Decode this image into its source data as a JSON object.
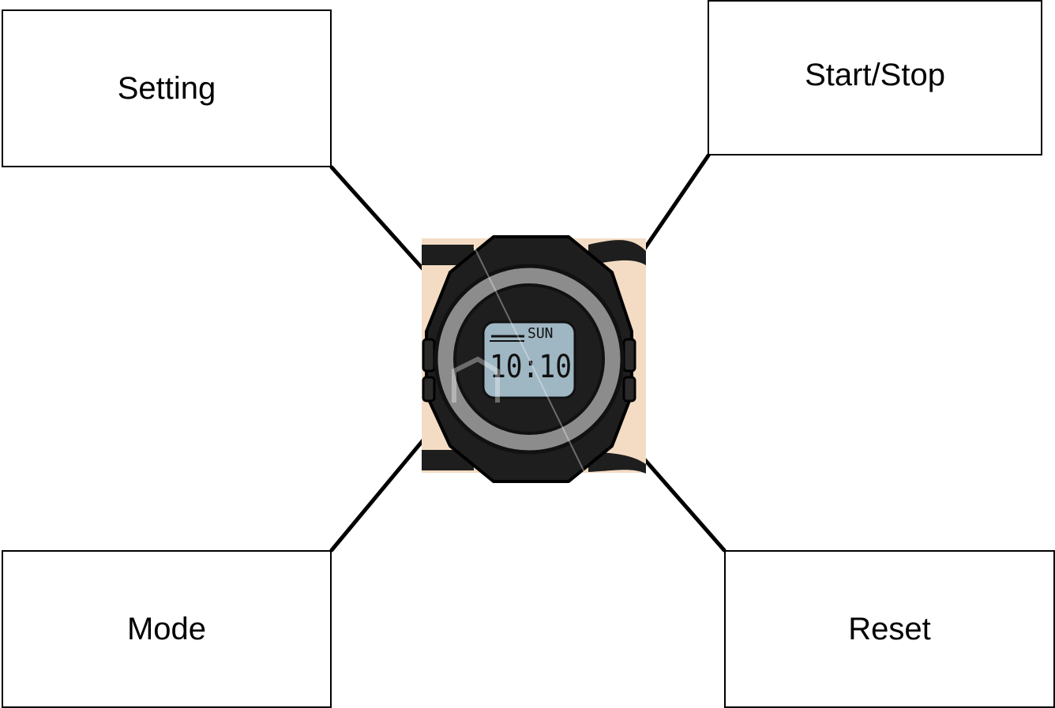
{
  "labels": {
    "setting": "Setting",
    "start_stop": "Start/Stop",
    "mode": "Mode",
    "reset": "Reset"
  },
  "watch": {
    "day": "SUN",
    "time": "10:10"
  },
  "colors": {
    "background": "#ffffff",
    "box_border": "#000000",
    "connector": "#000000",
    "watch_backdrop": "#f4dcc4",
    "watch_body": "#1e1e1e",
    "watch_bezel": "#8c8c8c",
    "lcd": "#9fb6c3"
  }
}
